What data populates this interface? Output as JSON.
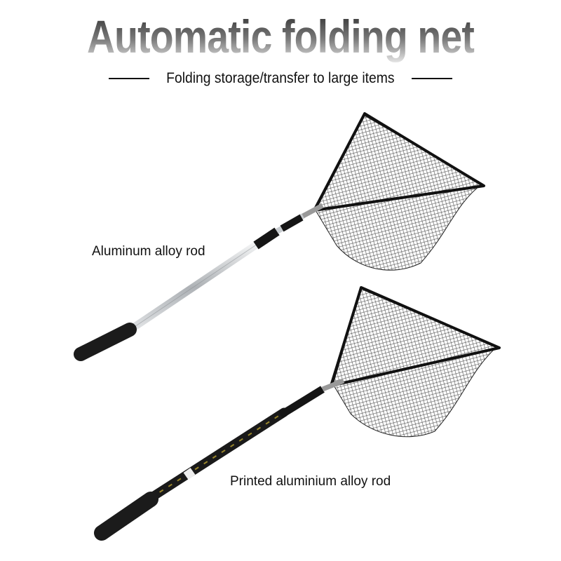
{
  "title": "Automatic folding net",
  "subtitle": "Folding storage/transfer to large items",
  "products": [
    {
      "label": "Aluminum alloy rod"
    },
    {
      "label": "Printed aluminium alloy rod"
    }
  ],
  "colors": {
    "rod_silver": "#c8ccd0",
    "rod_printed": "#1a1a1a",
    "print_accent": "#b8a030",
    "net": "#333333"
  }
}
